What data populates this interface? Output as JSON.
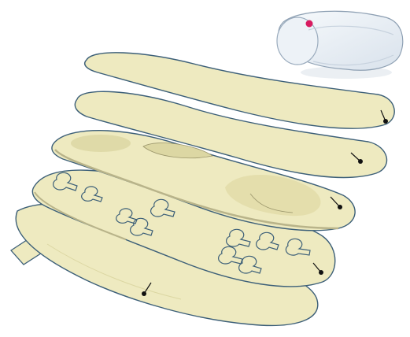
{
  "colors": {
    "background": "#ffffff",
    "insole_fill": "#eeeac0",
    "insole_shade": "#dcd7a3",
    "outline": "#3c5f78",
    "leader": "#111111",
    "device_body": "#eaf0f6",
    "device_edge": "#9aabbd",
    "device_button": "#d81b60"
  },
  "layers": [
    {
      "name": "top-layer"
    },
    {
      "name": "second-layer"
    },
    {
      "name": "contoured-layer"
    },
    {
      "name": "sensor-layer"
    },
    {
      "name": "base-layer"
    }
  ],
  "device": {
    "name": "wireless-module",
    "has_button": true
  }
}
